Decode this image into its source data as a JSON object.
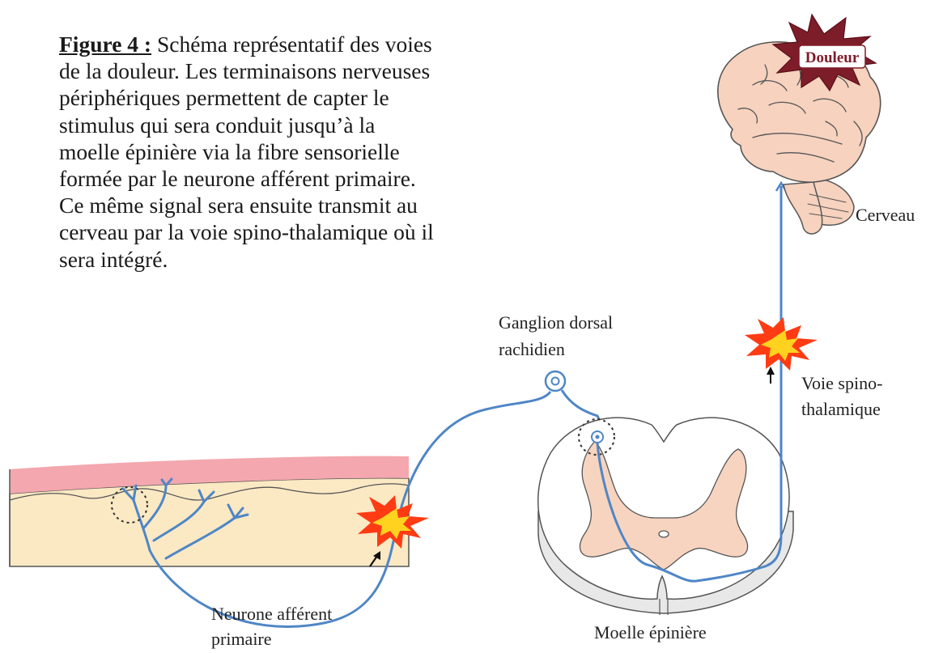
{
  "caption": {
    "label": "Figure 4 :",
    "text": " Schéma représentatif des voies de la douleur. Les terminaisons nerveuses périphériques permettent de capter le stimulus qui sera conduit jusqu’à la moelle épinière via la fibre sensorielle formée par le neurone afférent primaire. Ce même signal sera ensuite transmit au cerveau par la voie spino-thalamique où il sera intégré."
  },
  "labels": {
    "brain_badge": "Douleur",
    "brain": "Cerveau",
    "ganglion_line1": "Ganglion dorsal",
    "ganglion_line2": "rachidien",
    "tract_line1": "Voie spino-",
    "tract_line2": "thalamique",
    "neuron_line1": "Neurone afférent",
    "neuron_line2": "primaire",
    "spinal_cord": "Moelle épinière"
  },
  "colors": {
    "nerve": "#4f86c6",
    "skin_epidermis": "#f4a7ae",
    "skin_dermis": "#fbe9c4",
    "grey_matter": "#f7d4c0",
    "brain_fill": "#f6d2bf",
    "burst_outer": "#ff3b14",
    "burst_inner": "#ffd21f",
    "badge_star": "#7e1d2a"
  }
}
